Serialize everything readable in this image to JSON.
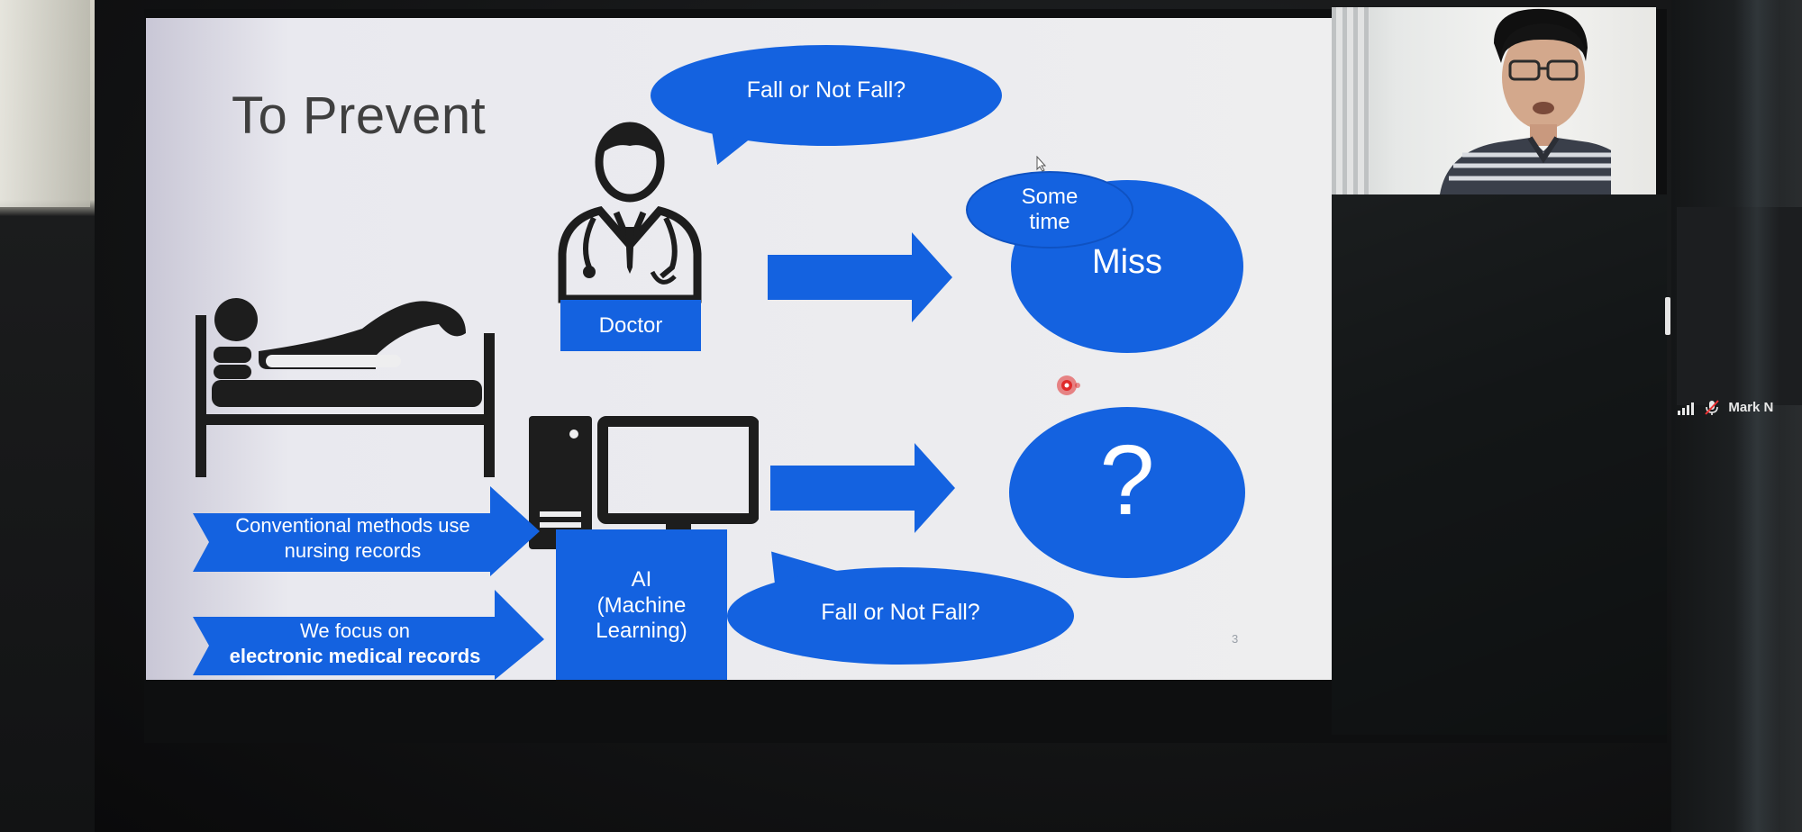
{
  "slide": {
    "title": "To Prevent",
    "page_number": "3",
    "top_bubble": "Fall or Not Fall?",
    "bottom_bubble": "Fall or Not Fall?",
    "doctor_label": "Doctor",
    "ai_label_line1": "AI",
    "ai_label_line2": "(Machine",
    "ai_label_line3": "Learning)",
    "result_top": "Miss",
    "result_top_note_line1": "Some",
    "result_top_note_line2": "time",
    "result_bottom": "?",
    "banner_conventional_line1": "Conventional methods use",
    "banner_conventional_line2": "nursing records",
    "banner_focus_line1": "We focus on",
    "banner_focus_line2": "electronic medical records"
  },
  "participants": {
    "other_participant_name": "Mark N"
  },
  "colors": {
    "accent_blue": "#1462e0",
    "slide_background": "#eeeeef",
    "title_text": "#3f3f3f",
    "laser_red": "#e02a2a"
  },
  "icons": {
    "doctor": "doctor-icon",
    "bed": "patient-in-bed-icon",
    "computer": "computer-icon",
    "arrow": "right-arrow-icon",
    "signal": "signal-strength-icon",
    "mic": "mic-muted-icon"
  }
}
